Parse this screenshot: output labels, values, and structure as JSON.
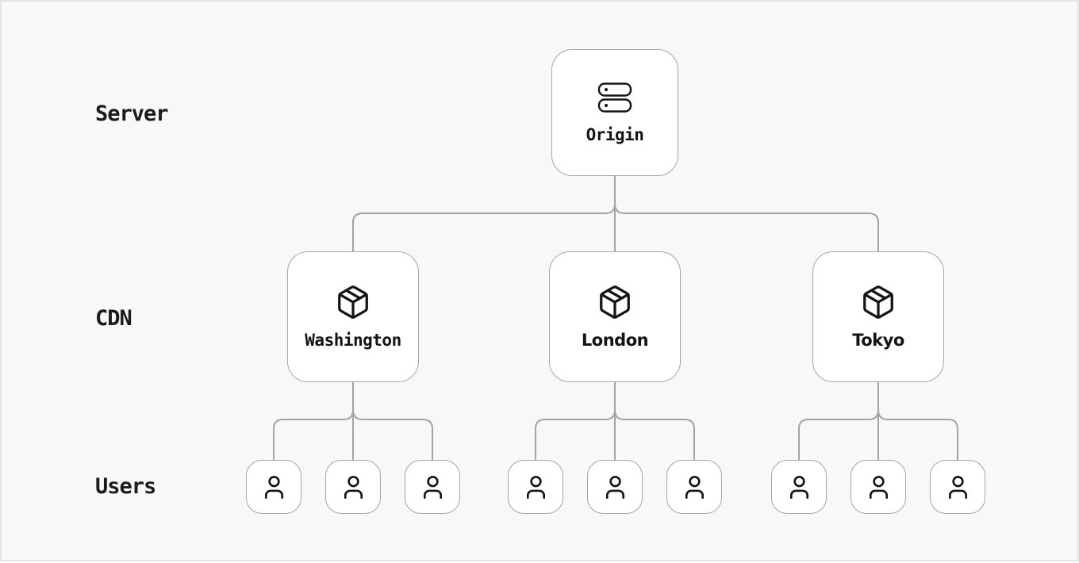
{
  "rows": {
    "server": "Server",
    "cdn": "CDN",
    "users": "Users"
  },
  "nodes": {
    "origin": {
      "label": "Origin",
      "icon": "server-icon"
    },
    "cdn": [
      {
        "label": "Washington",
        "icon": "package-icon"
      },
      {
        "label": "London",
        "icon": "package-icon"
      },
      {
        "label": "Tokyo",
        "icon": "package-icon"
      }
    ],
    "users": {
      "icon": "user-icon",
      "per_cdn": 3,
      "total": 9
    }
  },
  "colors": {
    "background": "#f8f8f8",
    "canvas_border": "#e4e4e4",
    "node_background": "#ffffff",
    "node_border": "#a6a6a6",
    "connector": "#a3a3a3",
    "text": "#1b1b1b"
  }
}
